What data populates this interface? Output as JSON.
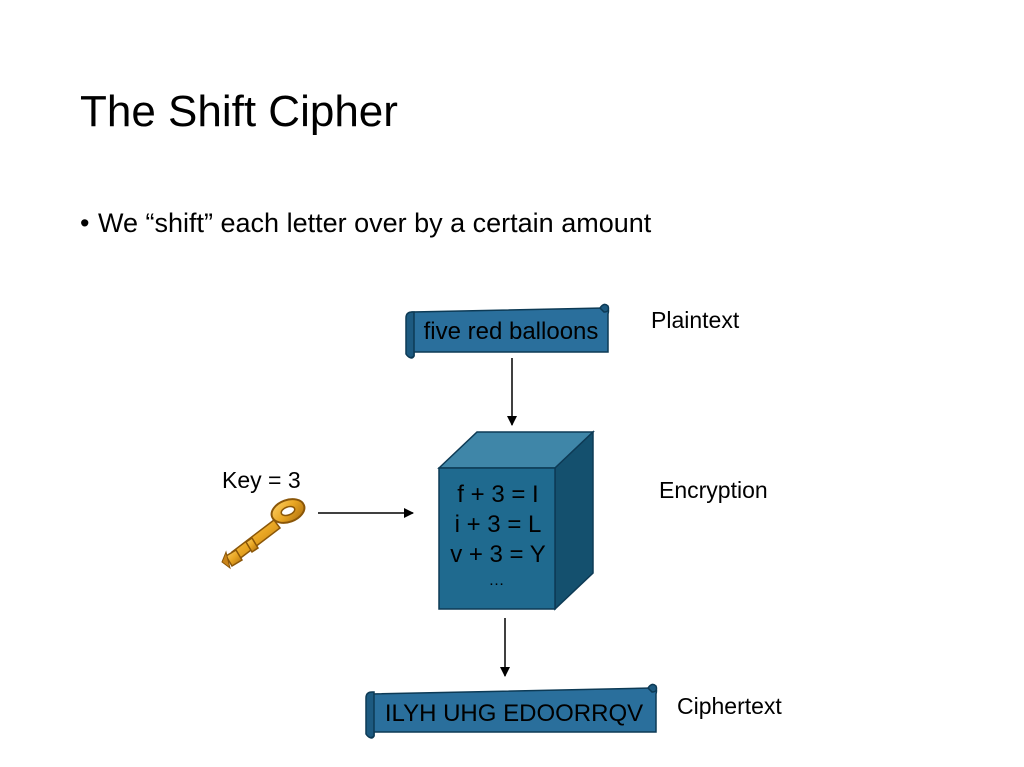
{
  "slide": {
    "title": "The Shift Cipher",
    "bullet": "We “shift” each letter over by a certain amount"
  },
  "diagram": {
    "plaintext_value": "five red balloons",
    "plaintext_label": "Plaintext",
    "key_label": "Key = 3",
    "encryption_label": "Encryption",
    "box_lines": [
      "f + 3 = I",
      "i + 3 = L",
      "v + 3 = Y",
      "…"
    ],
    "ciphertext_value": "ILYH UHG EDOORRQV",
    "ciphertext_label": "Ciphertext"
  },
  "colors": {
    "scroll_fill": "#2a6f9c",
    "box_front": "#1f6a8f",
    "box_top": "#3f86a8",
    "box_side": "#14506e",
    "key_gold": "#e8a522"
  },
  "icons": {
    "key": "key-icon",
    "scroll": "scroll-banner"
  }
}
